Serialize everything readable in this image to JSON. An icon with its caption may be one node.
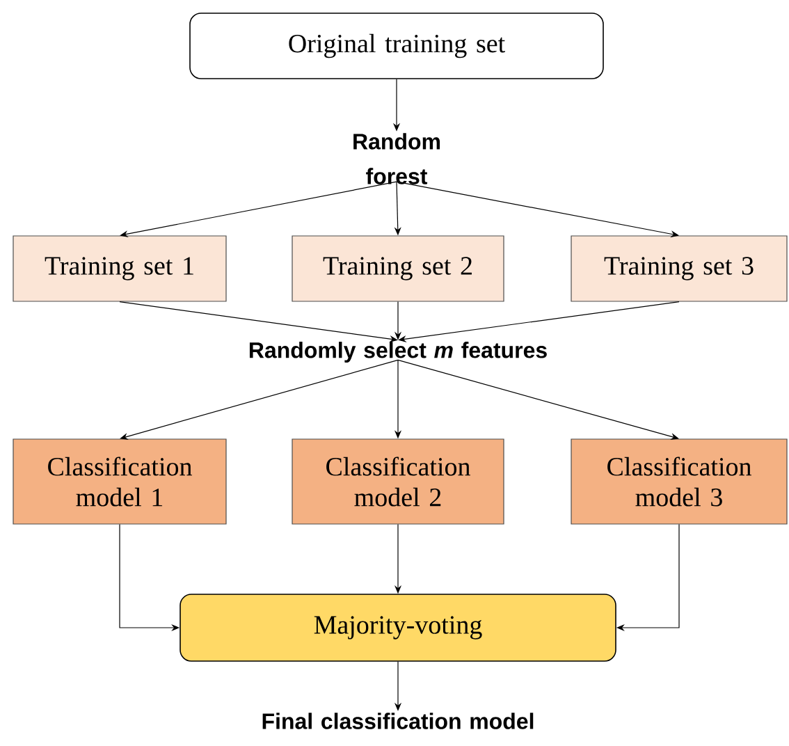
{
  "diagram": {
    "nodes": [
      {
        "text": [
          "Original training set"
        ]
      },
      {
        "text": [
          "Random forest"
        ]
      },
      {
        "text": [
          "Training set 1"
        ]
      },
      {
        "text": [
          "Training set 2"
        ]
      },
      {
        "text": [
          "Training set 3"
        ]
      },
      {
        "text": [
          "Randomly select *m* features"
        ]
      },
      {
        "text": [
          "Classification model 1"
        ]
      },
      {
        "text": [
          "Classification model 2"
        ]
      },
      {
        "text": [
          "Classification model 3"
        ]
      },
      {
        "text": [
          "Majority-voting"
        ]
      },
      {
        "text": [
          "Final classification model"
        ]
      }
    ],
    "edges": [
      {
        "from": 0,
        "to": 1,
        "arrow": "to"
      },
      {
        "from": 1,
        "to": 2,
        "arrow": "to"
      },
      {
        "from": 1,
        "to": 3,
        "arrow": "to"
      },
      {
        "from": 1,
        "to": 4,
        "arrow": "to"
      },
      {
        "from": 2,
        "to": 5,
        "arrow": "to"
      },
      {
        "from": 3,
        "to": 5,
        "arrow": "to"
      },
      {
        "from": 4,
        "to": 5,
        "arrow": "to"
      },
      {
        "from": 5,
        "to": 6,
        "arrow": "to"
      },
      {
        "from": 5,
        "to": 7,
        "arrow": "to"
      },
      {
        "from": 5,
        "to": 8,
        "arrow": "to"
      },
      {
        "from": 6,
        "to": 9,
        "arrow": "to"
      },
      {
        "from": 7,
        "to": 9,
        "arrow": "to"
      },
      {
        "from": 8,
        "to": 9,
        "arrow": "to"
      },
      {
        "from": 9,
        "to": 10,
        "arrow": "to"
      }
    ]
  }
}
